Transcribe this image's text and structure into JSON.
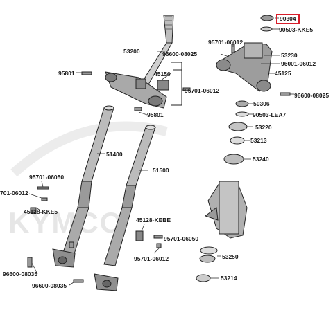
{
  "watermark": "KYMCO",
  "labels": {
    "p90304": "90304",
    "p90503_kke5": "90503-KKE5",
    "p95701_06012_a": "95701-06012",
    "p96600_08025_a": "96600-08025",
    "p53230": "53230",
    "p96001_06012": "96001-06012",
    "p45125": "45125",
    "p53200": "53200",
    "p95801_a": "95801",
    "p45156": "45156",
    "p95701_06012_b": "95701-06012",
    "p96600_08025_b": "96600-08025",
    "p50306": "50306",
    "p95801_b": "95801",
    "p90503_lea7": "90503-LEA7",
    "p53220": "53220",
    "p53213": "53213",
    "p51400": "51400",
    "p53240": "53240",
    "p51500": "51500",
    "p95701_06050_a": "95701-06050",
    "p701_06012": "701-06012",
    "p45128_kke5": "45128-KKE5",
    "p45128_kebe": "45128-KEBE",
    "p95701_06050_b": "95701-06050",
    "p95701_06012_c": "95701-06012",
    "p53250": "53250",
    "p96600_08035_a": "96600-08035",
    "p53214": "53214",
    "p96600_08035_b": "96600-08035"
  },
  "colors": {
    "highlight": "#d81e2a",
    "ink": "#1a1a1a",
    "watermark": "#e6e6e6"
  }
}
